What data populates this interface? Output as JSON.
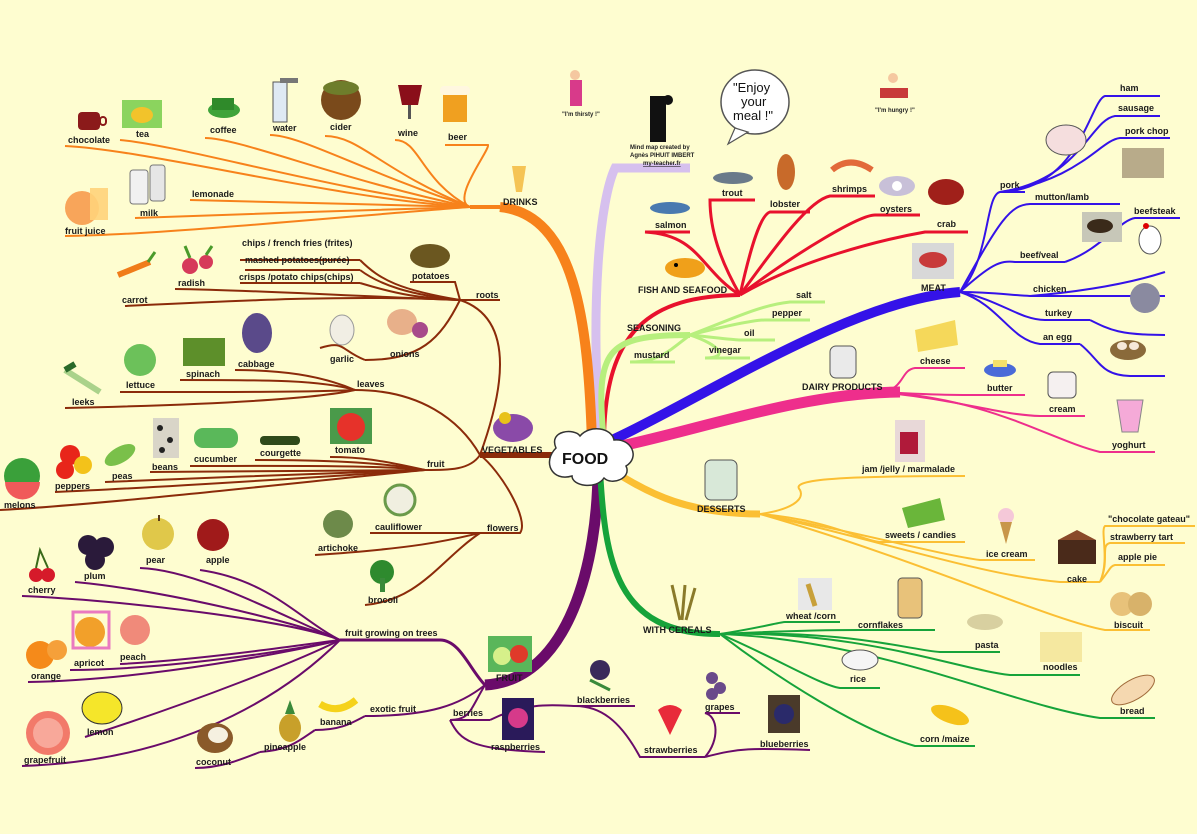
{
  "center": {
    "label": "FOOD"
  },
  "speech": {
    "line1": "\"Enjoy",
    "line2": "your",
    "line3": "meal !\""
  },
  "notes": {
    "thirsty": "\"I'm thirsty !\"",
    "hungry": "\"I'm hungry !\"",
    "credit1": "Mind map created by",
    "credit2": "Agnès PIHUIT IMBERT",
    "credit3": "my-teacher.fr"
  },
  "colors": {
    "drinks": "#f7821b",
    "vegetables": "#8b2b0a",
    "fruit": "#6a0b6a",
    "fish": "#e8112d",
    "seasoning": "#b7ef7d",
    "meat": "#3412e8",
    "dairy": "#ee2e8c",
    "desserts": "#fbbf33",
    "cereals": "#16a33a",
    "credit": "#d6c0ee",
    "text": "#1a1a1a"
  },
  "drinks": {
    "title": "DRINKS",
    "items": {
      "chocolate": "chocolate",
      "tea": "tea",
      "coffee": "coffee",
      "water": "water",
      "cider": "cider",
      "wine": "wine",
      "beer": "beer",
      "lemonade": "lemonade",
      "milk": "milk",
      "fruit_juice": "fruit juice"
    }
  },
  "vegetables": {
    "title": "VEGETABLES",
    "roots": {
      "title": "roots",
      "potatoes": "potatoes",
      "chips": "chips / french fries (frites)",
      "mashed": "mashed potatoes(purée)",
      "crisps": "crisps /potato chips(chips)",
      "carrot": "carrot",
      "radish": "radish"
    },
    "leaves": {
      "title": "leaves",
      "garlic": "garlic",
      "onions": "onions",
      "cabbage": "cabbage",
      "spinach": "spinach",
      "lettuce": "lettuce",
      "leeks": "leeks"
    },
    "fruit": {
      "title": "fruit",
      "tomato": "tomato",
      "courgette": "courgette",
      "cucumber": "cucumber",
      "beans": "beans",
      "peas": "peas",
      "peppers": "peppers",
      "melons": "melons"
    },
    "flowers": {
      "title": "flowers",
      "cauliflower": "cauliflower",
      "artichoke": "artichoke",
      "brocoli": "brocoli"
    }
  },
  "fruit": {
    "title": "FRUIT",
    "trees": {
      "title": "fruit growing on trees",
      "apple": "apple",
      "pear": "pear",
      "plum": "plum",
      "cherry": "cherry",
      "peach": "peach",
      "apricot": "apricot",
      "orange": "orange",
      "lemon": "lemon",
      "grapefruit": "grapefruit"
    },
    "exotic": {
      "title": "exotic fruit",
      "banana": "banana",
      "pineapple": "pineapple",
      "coconut": "coconut"
    },
    "berries": {
      "title": "berries",
      "raspberries": "raspberries",
      "blackberries": "blackberries",
      "strawberries": "strawberries",
      "grapes": "grapes",
      "blueberries": "blueberries"
    }
  },
  "fish": {
    "title": "FISH AND SEAFOOD",
    "salmon": "salmon",
    "trout": "trout",
    "lobster": "lobster",
    "shrimps": "shrimps",
    "oysters": "oysters",
    "crab": "crab"
  },
  "seasoning": {
    "title": "SEASONING",
    "salt": "salt",
    "pepper": "pepper",
    "oil": "oil",
    "vinegar": "vinegar",
    "mustard": "mustard"
  },
  "meat": {
    "title": "MEAT",
    "pork": "pork",
    "ham": "ham",
    "sausage": "sausage",
    "pork_chop": "pork chop",
    "mutton": "mutton/lamb",
    "beef": "beef/veal",
    "beefsteak": "beefsteak",
    "chicken": "chicken",
    "turkey": "turkey",
    "egg": "an egg"
  },
  "dairy": {
    "title": "DAIRY PRODUCTS",
    "cheese": "cheese",
    "butter": "butter",
    "cream": "cream",
    "yoghurt": "yoghurt"
  },
  "desserts": {
    "title": "DESSERTS",
    "jam": "jam /jelly / marmalade",
    "sweets": "sweets  / candies",
    "icecream": "ice cream",
    "cake": "cake",
    "gateau": "\"chocolate gateau\"",
    "strawberry_tart": "strawberry  tart",
    "apple_pie": "apple pie",
    "biscuit": "biscuit"
  },
  "cereals": {
    "title": "WITH CEREALS",
    "wheat": "wheat /corn",
    "cornflakes": "cornflakes",
    "pasta": "pasta",
    "noodles": "noodles",
    "rice": "rice",
    "bread": "bread",
    "corn": "corn /maize"
  }
}
